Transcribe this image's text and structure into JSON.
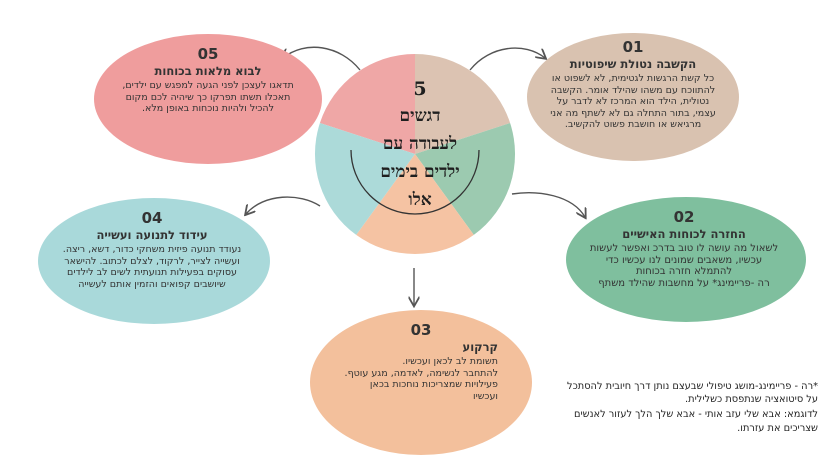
{
  "center": {
    "number": "5",
    "title_lines": [
      "דגשים",
      "לעבודה עם",
      "ילדים בימים",
      "אלו"
    ],
    "colors": {
      "pink": "#efa7a6",
      "beige": "#dcc3b2",
      "green": "#9ccab0",
      "peach": "#f5c3a3",
      "blue": "#acdad9"
    }
  },
  "nodes": {
    "n1": {
      "number": "01",
      "heading": "הקשבה נטולת שיפוטיות",
      "body": "כל קשת הרגשות לגטימית, לא לשפוט או להתווכח עם משהו שהילד אומר. הקשבה נטולית, הילד הוא המרכז לא לדבר על עצמי, בתור התחלה גם לא לשתף מה אני מרגיאש או חושבת פשוט להקשיב.",
      "color": "#d9c2b0"
    },
    "n2": {
      "number": "02",
      "heading": "החזרה לכוחות האישיים",
      "body": "לשאול מה עושה לו טוב בדרכ ואפשר לעשות עכשיו, משאבים שמונים לנו עכשיו כדי להתמלא חזרה בכוחות\nרה -פריימינג* על מחשבות שהילד משתף",
      "color": "#7fbf9e"
    },
    "n3": {
      "number": "03",
      "heading": "קרקוע",
      "body": "תשומת לב לכאן ועכשיו.\nלהתחבר לנשימה, לאדמה, מגע עוטף.\nפעילויות שמצריכות נוחכות בכאן ועכשיו",
      "color": "#f3c09c"
    },
    "n4": {
      "number": "04",
      "heading": "עידוד לתנועה ועשייה",
      "body": "נעודד תנועה פיזית משחקי כדור, דשא, ריצה.\nועשייה לצייר, לרקוד, לצלם לכתוב. להישאר עסוקים בפעילות תנועתית לשים לב לילדים שיושבים קפואים והזמין אותם לעשייה",
      "color": "#a9d9da"
    },
    "n5": {
      "number": "05",
      "heading": "לבוא מלאות בכוחות",
      "body": "תדאגו לעצכן לפני הגעה למפגש עם ילדים, תאכלו תשתו תפרקו כך שיהיה לכם מקום להכיל ולהיות נוכחות באופן מלא.",
      "color": "#ef9d9d"
    }
  },
  "footnote": {
    "line1": "*רה - פריימינג-מושג טיפולי שבעצם נותן דרך חיובית להסתכל על סיטואציה שנתפסת כשלילית.",
    "line2": "לדוגמא: אבא שלי עזב אותי - אבא שלך הלך לעזור לאנשים שצריכים את עזרתו."
  }
}
